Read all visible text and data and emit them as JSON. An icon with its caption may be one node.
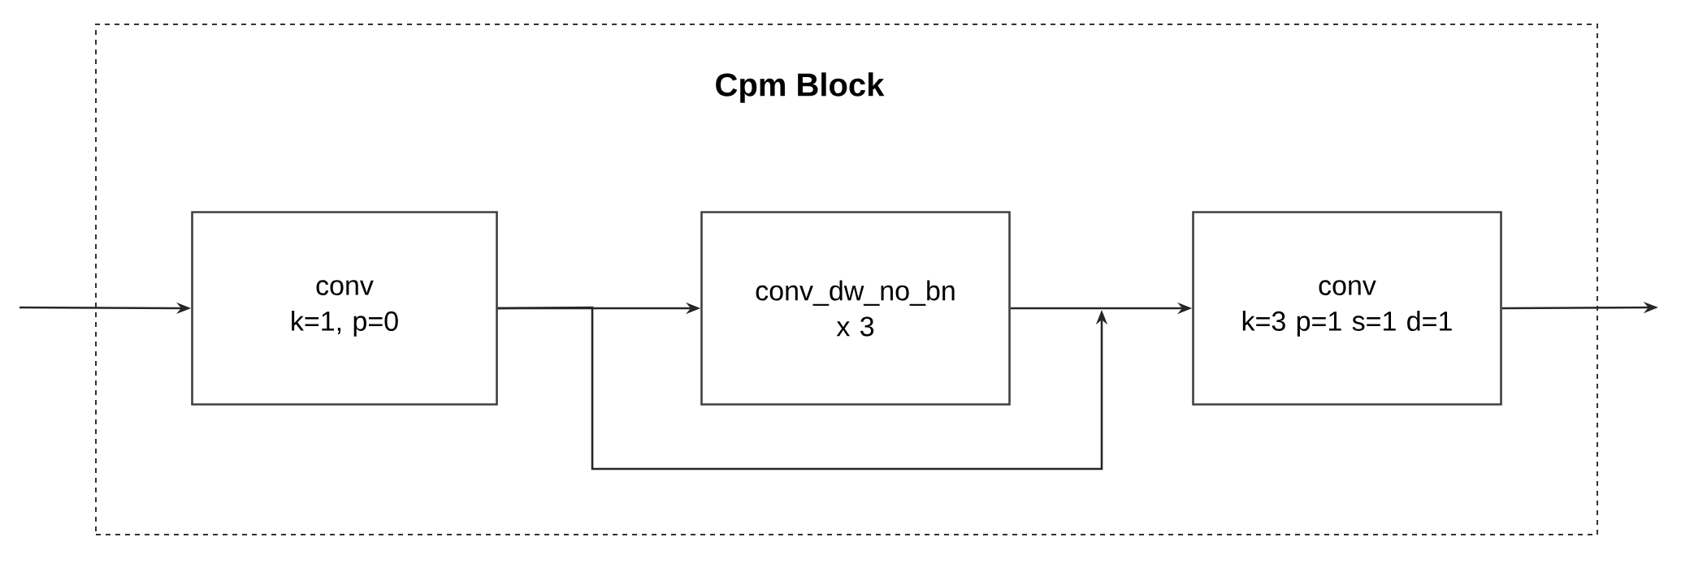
{
  "diagram": {
    "nodes": [
      {
        "text": [
          "Cpm Block"
        ]
      },
      {
        "text": [
          "conv",
          "k=1, p=0"
        ],
        "in": 0
      },
      {
        "text": [
          "conv_dw_no_bn",
          "x 3"
        ],
        "in": 0
      },
      {
        "text": [
          "conv",
          "k=3 p=1 s=1 d=1"
        ],
        "in": 0
      }
    ],
    "edges": [
      {
        "from": null,
        "to": 1,
        "arrow": "to"
      },
      {
        "from": 1,
        "to": 2,
        "arrow": "to"
      },
      {
        "from": 2,
        "to": 3,
        "arrow": "to"
      },
      {
        "from": 1,
        "to": 3,
        "arrow": "to"
      },
      {
        "from": 3,
        "to": null,
        "arrow": "to"
      }
    ]
  }
}
